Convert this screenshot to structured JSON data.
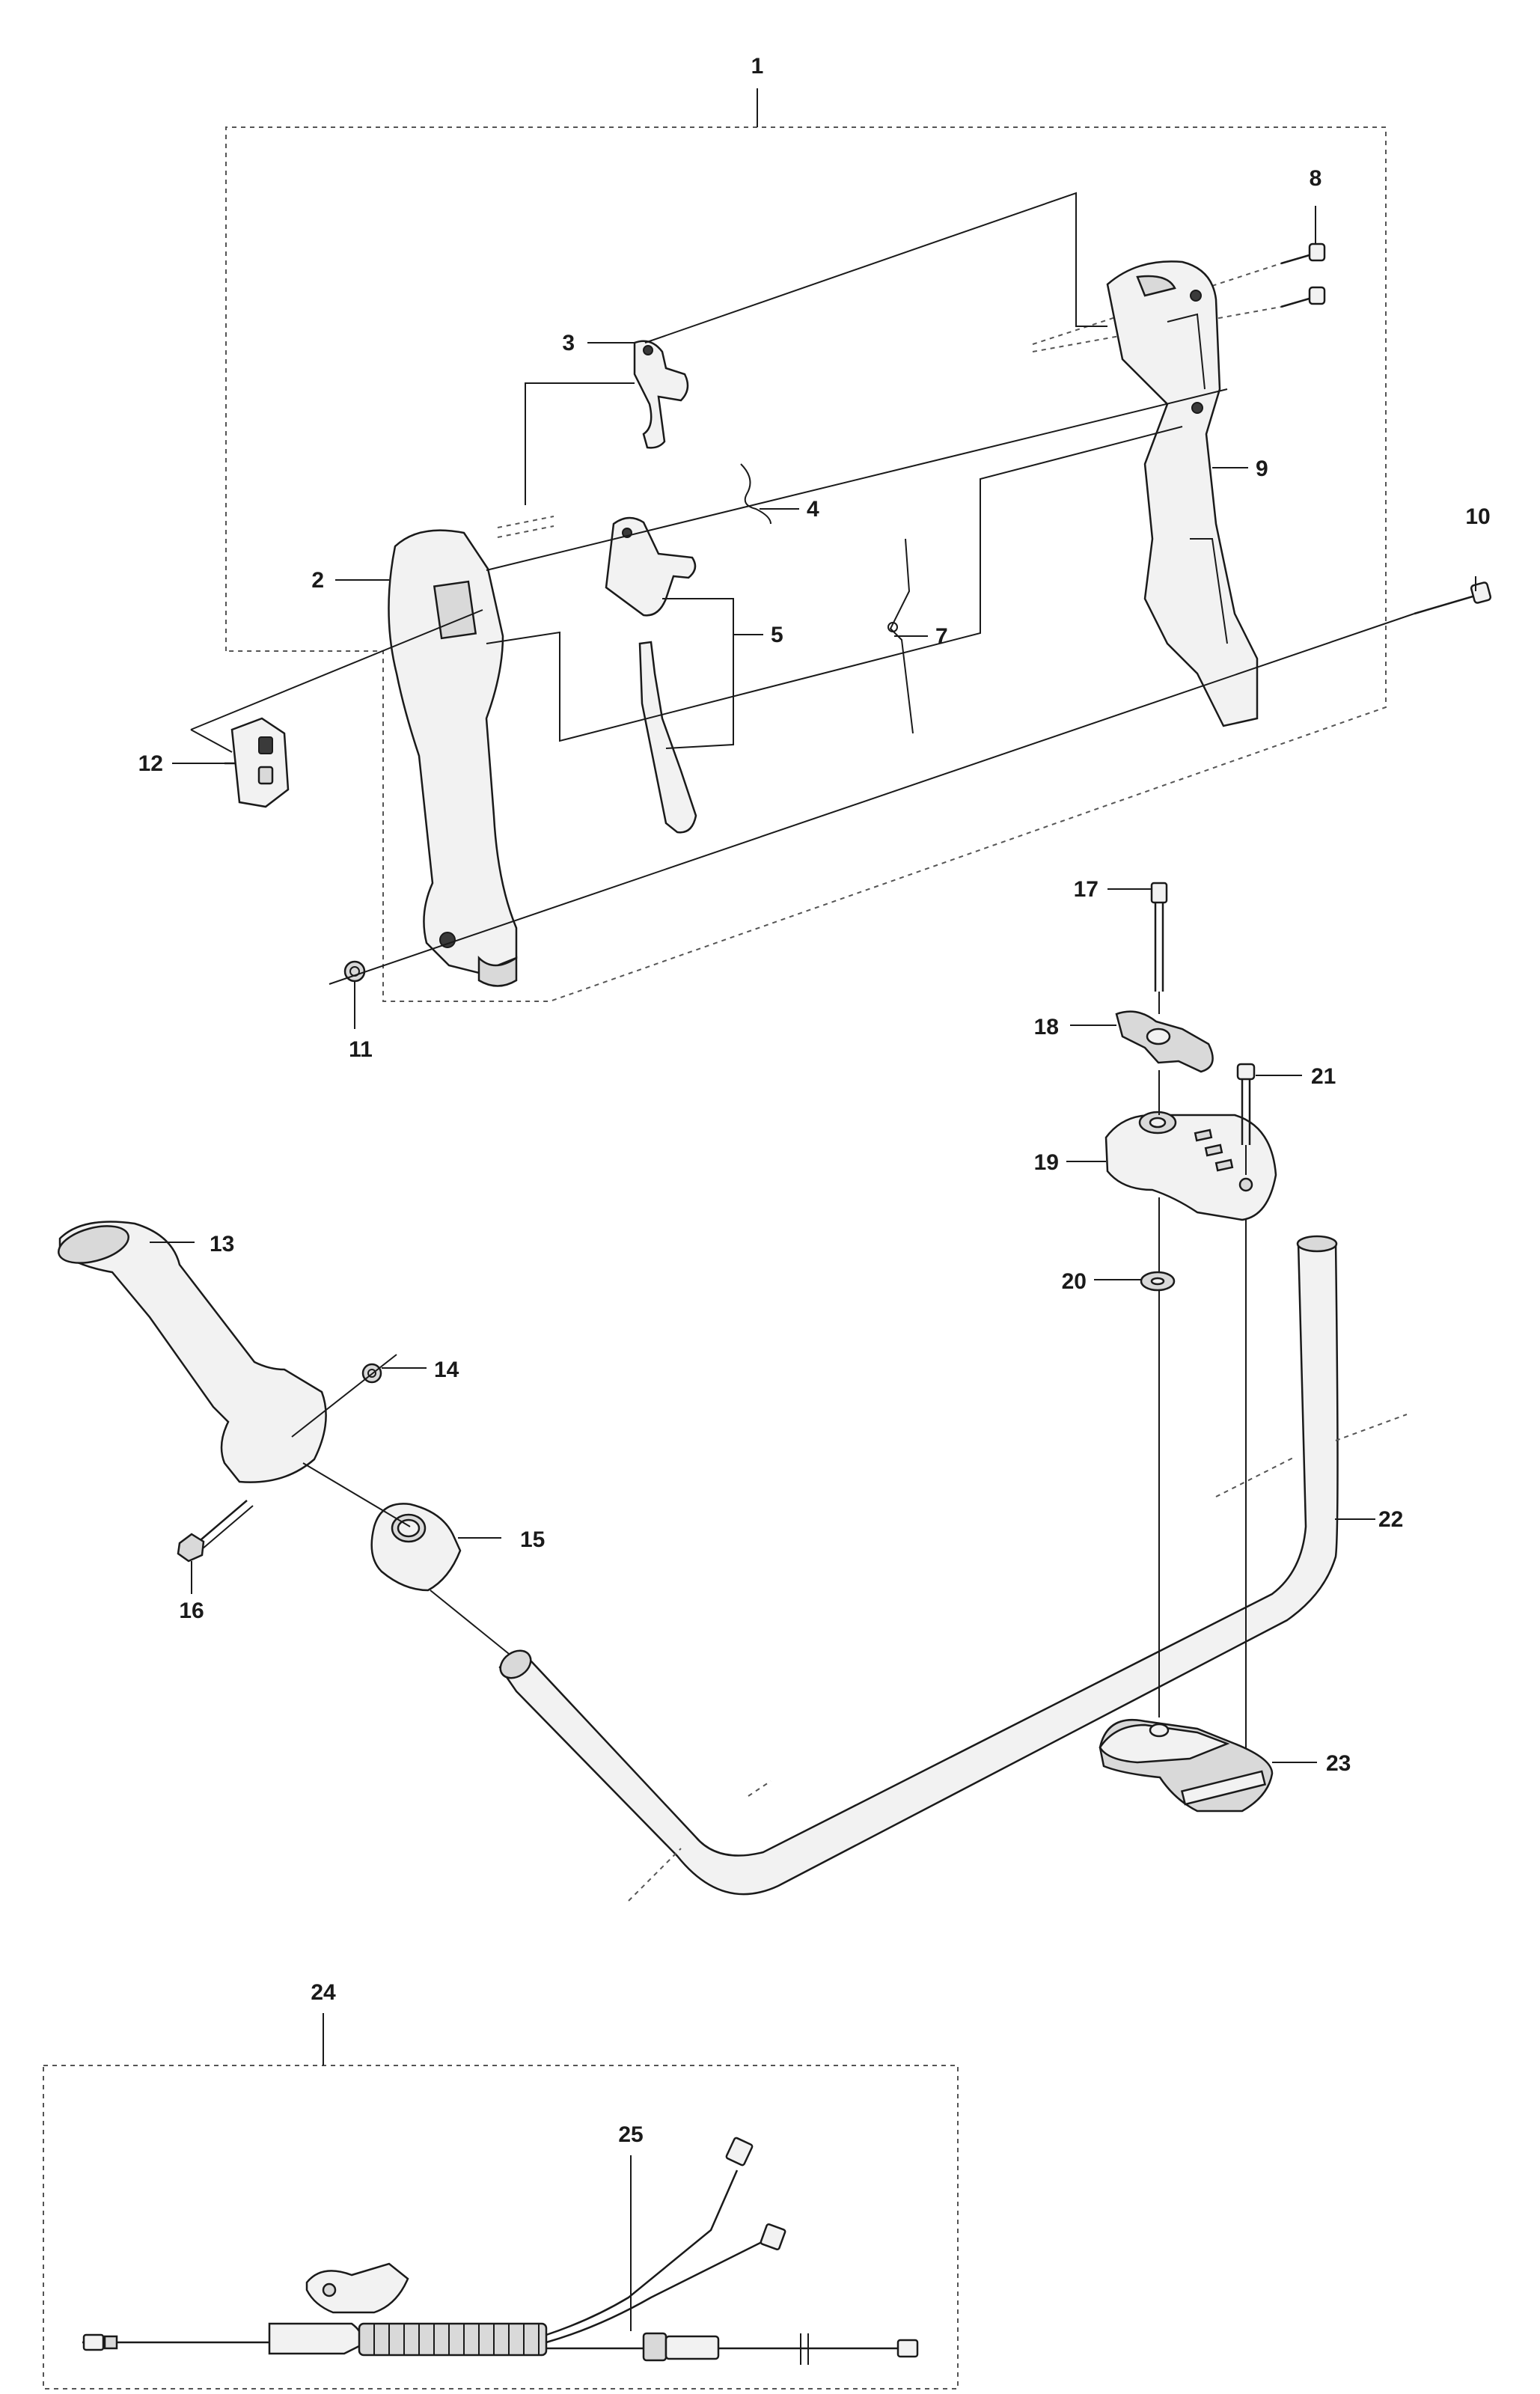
{
  "labels": {
    "p1": "1",
    "p2": "2",
    "p3": "3",
    "p4": "4",
    "p5": "5",
    "p7": "7",
    "p8": "8",
    "p9": "9",
    "p10": "10",
    "p11": "11",
    "p12": "12",
    "p13": "13",
    "p14": "14",
    "p15": "15",
    "p16": "16",
    "p17": "17",
    "p18": "18",
    "p19": "19",
    "p20": "20",
    "p21": "21",
    "p22": "22",
    "p23": "23",
    "p24": "24",
    "p25": "25"
  }
}
